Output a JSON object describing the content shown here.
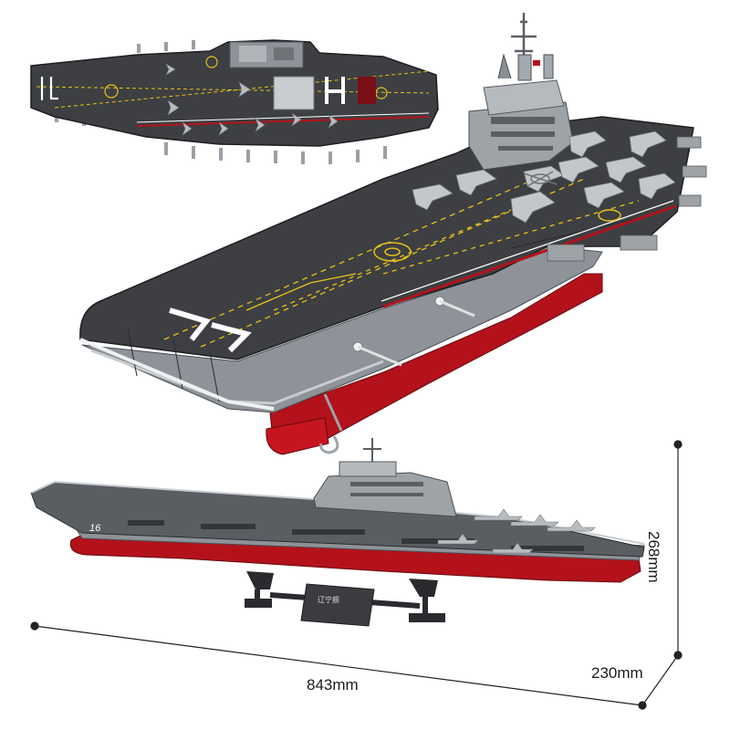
{
  "product": {
    "hull_number": "17",
    "side_hull_number": "16",
    "stand_plaque": "辽宁舰"
  },
  "dimensions": {
    "length": "843mm",
    "width": "230mm",
    "height": "268mm"
  },
  "colors": {
    "deck": "#3d3f42",
    "hull_red": "#b3121b",
    "hull_grey": "#8e9399",
    "island_grey": "#9ea3a8",
    "deck_markings_yellow": "#e8c21a",
    "deck_markings_white": "#ffffff",
    "dimension_line": "#222222"
  }
}
